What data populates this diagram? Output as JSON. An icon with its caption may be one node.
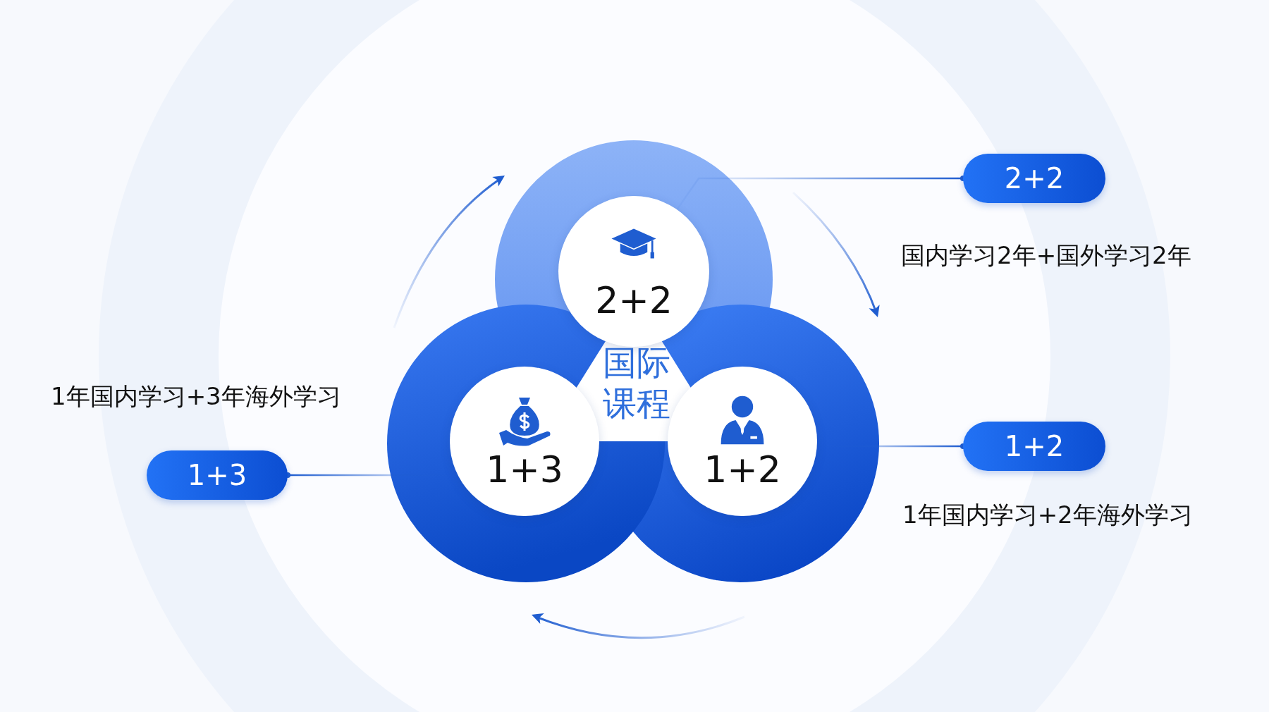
{
  "diagram": {
    "nodes": [
      {
        "text": [
          "国际课程"
        ]
      },
      {
        "text": [
          "2+2"
        ]
      },
      {
        "text": [
          "1+3"
        ]
      },
      {
        "text": [
          "1+2"
        ]
      },
      {
        "text": [
          "2+2"
        ],
        "beside": [
          "国内学习2年+国外学习2年"
        ]
      },
      {
        "text": [
          "1+2"
        ],
        "beside": [
          "1年国内学习+2年海外学习"
        ]
      },
      {
        "text": [
          "1+3"
        ],
        "beside": [
          "1年国内学习+3年海外学习"
        ]
      }
    ],
    "edges": [
      {
        "from": 1,
        "to": 4,
        "arrow": "other"
      },
      {
        "from": 3,
        "to": 5,
        "arrow": "other"
      },
      {
        "from": 2,
        "to": 6,
        "arrow": "other"
      }
    ]
  }
}
